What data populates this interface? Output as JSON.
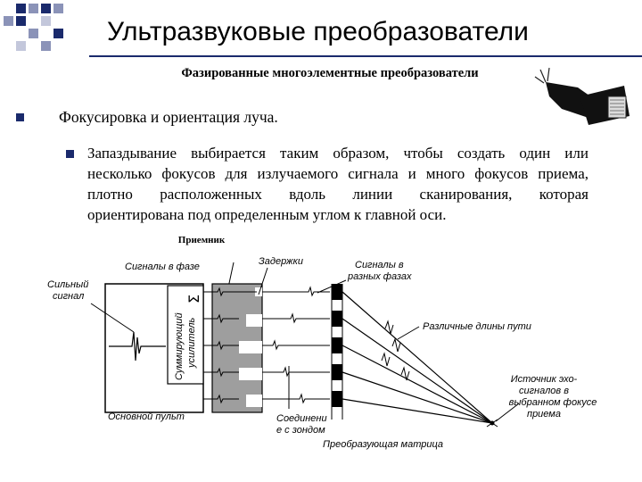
{
  "header": {
    "title": "Ультразвуковые преобразователи",
    "accent_color": "#1a2a6c"
  },
  "subtitle": "Фазированные многоэлементные преобразователи",
  "bullet1": "Фокусировка и ориентация луча.",
  "bullet2_lines": [
    "Запаздывание выбирается таким образом, чтобы создать один или",
    "несколько фокусов для излучаемого сигнала и много фокусов приема,",
    "плотно расположенных вдоль линии сканирования, которая",
    "ориентирована под определенным углом к главной оси."
  ],
  "diagram": {
    "receiver": "Приемник",
    "in_phase": "Сигналы в фазе",
    "delays": "Задержки",
    "diff_phase_1": "Сигналы в",
    "diff_phase_2": "разных фазах",
    "strong_1": "Сильный",
    "strong_2": "сигнал",
    "amp_1": "Суммирующий",
    "amp_2": "усилитель",
    "sigma": "Σ",
    "path_lengths": "Различные длины пути",
    "source_1": "Источник эхо-",
    "source_2": "сигналов в",
    "source_3": "выбранном фокусе",
    "source_4": "приема",
    "console": "Основной пульт",
    "conn_1": "Соединени",
    "conn_2": "е с зондом",
    "matrix": "Преобразующая матрица"
  }
}
